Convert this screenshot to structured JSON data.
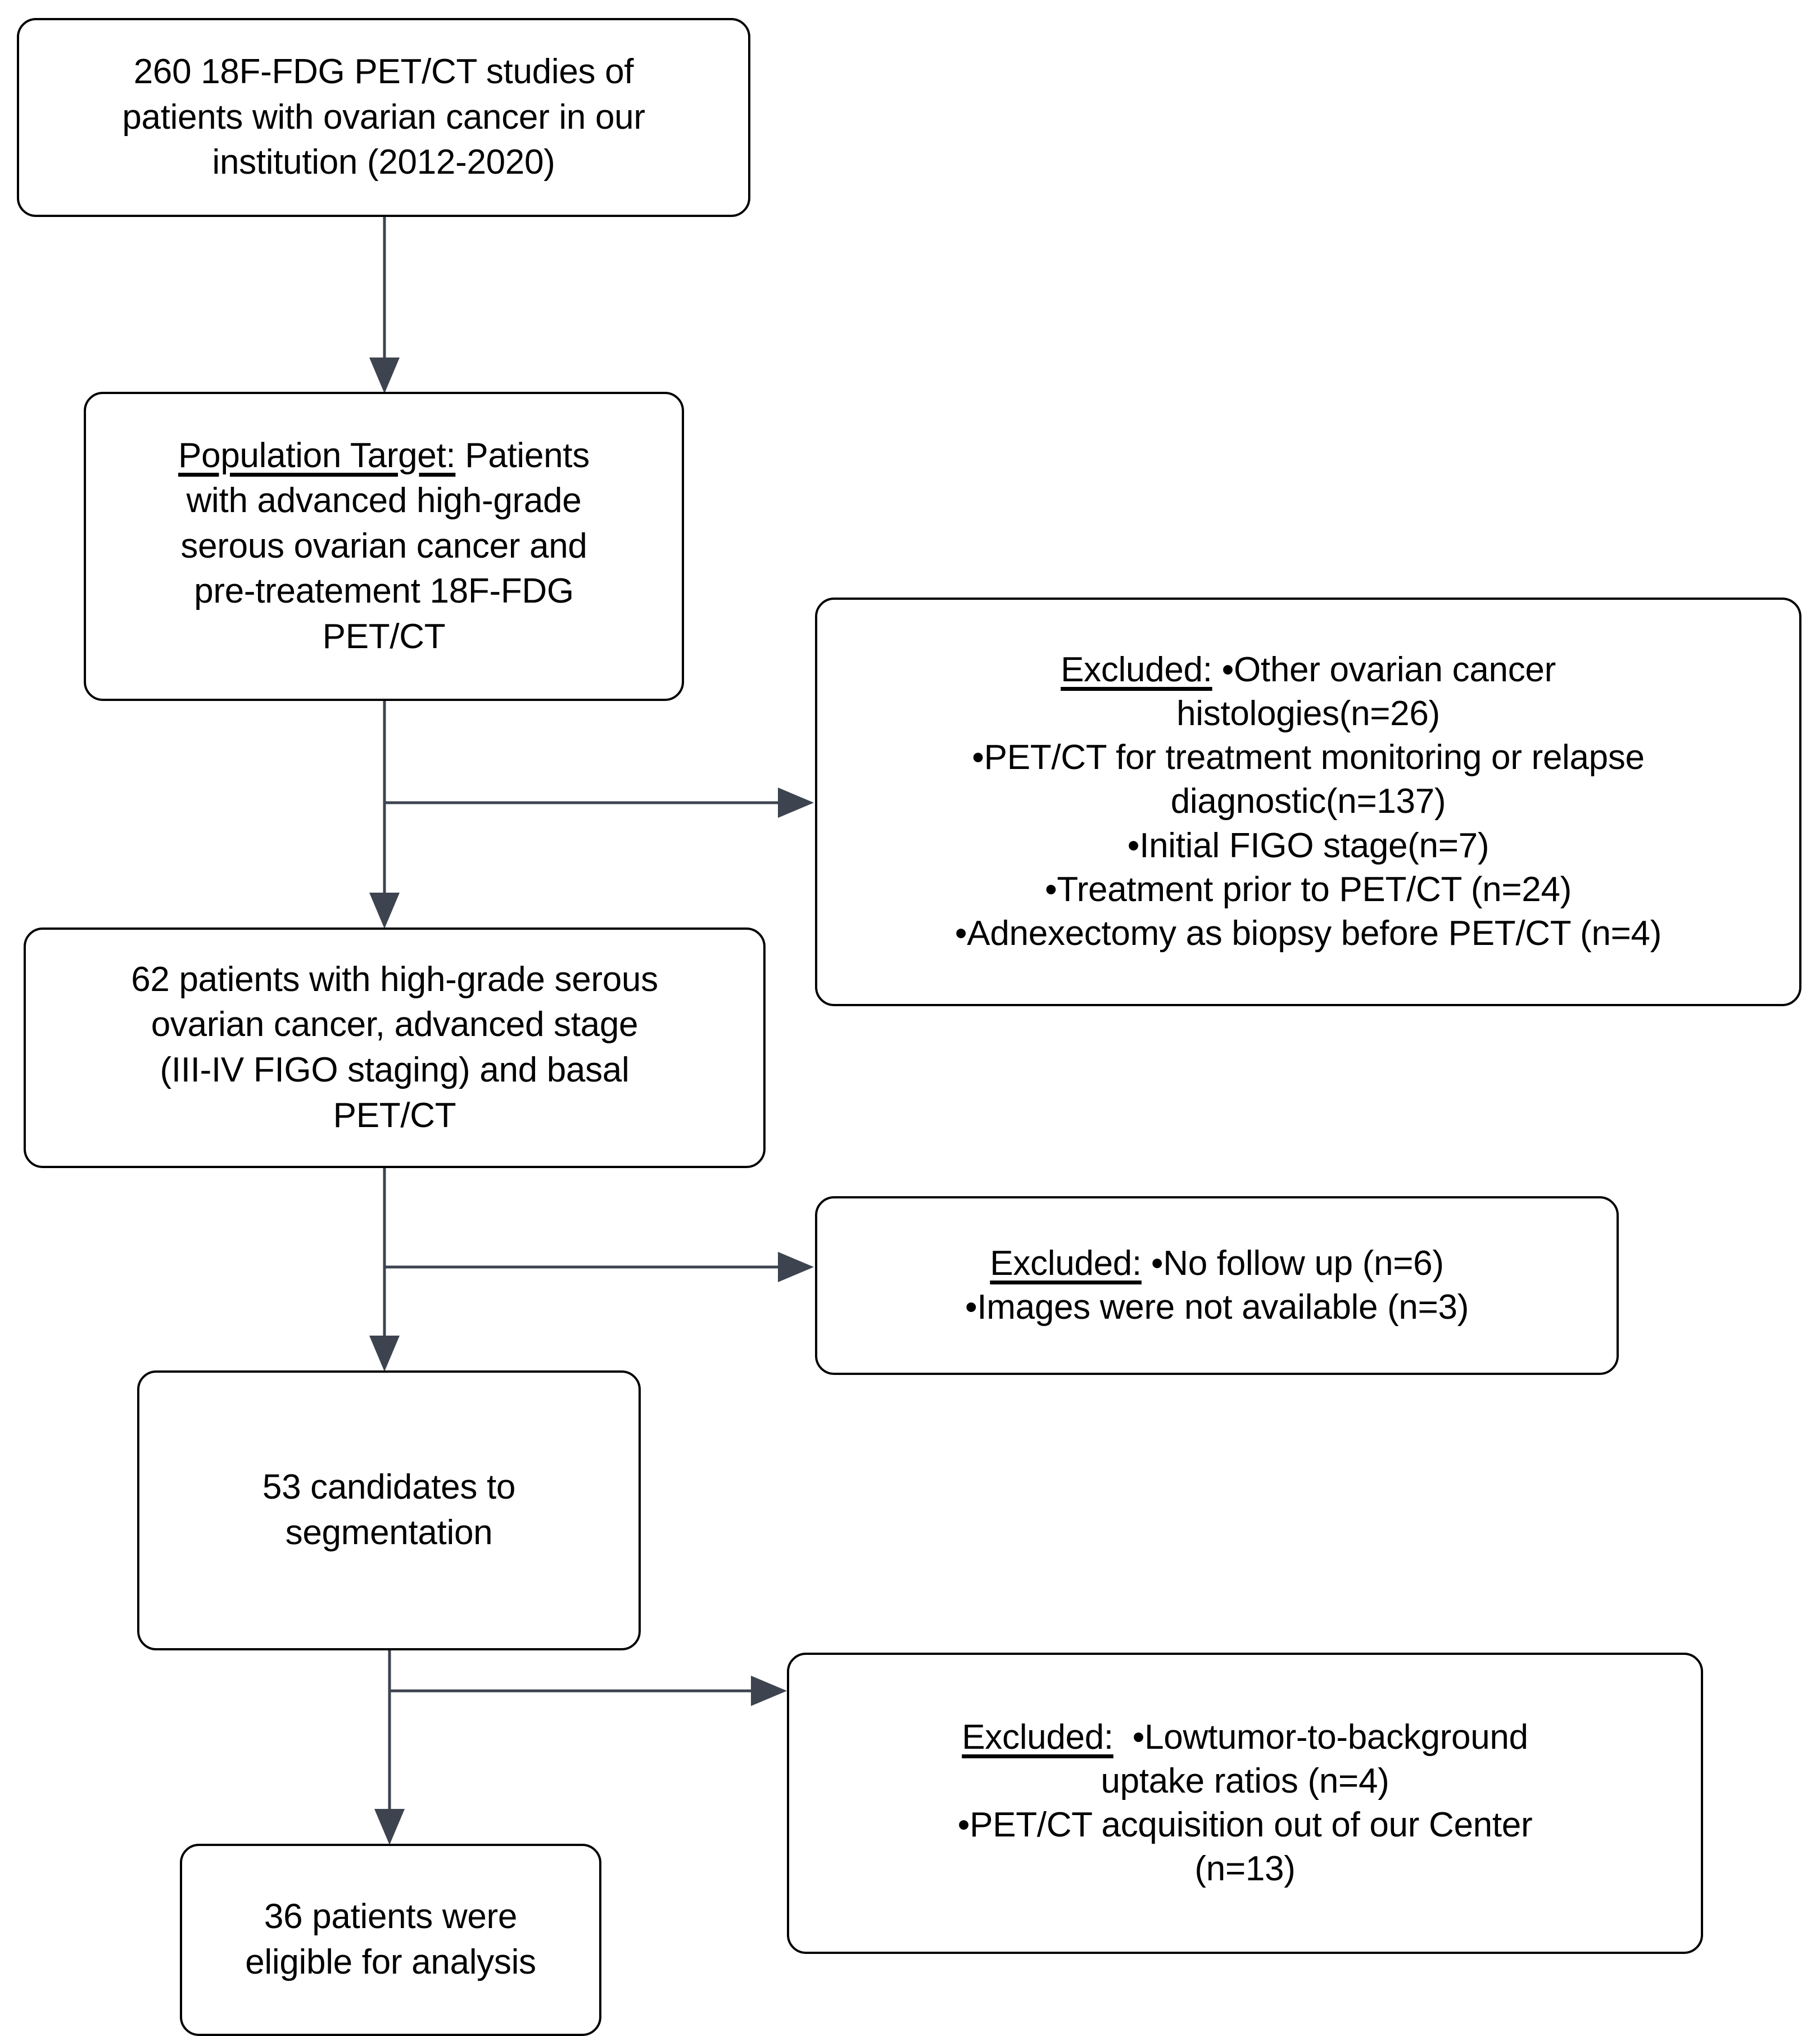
{
  "diagram": {
    "title": "Patient selection flowchart (CONSORT-style)",
    "type": "flowchart",
    "stroke_color": "#000000",
    "connector_color": "#3d4450",
    "background": "#ffffff"
  },
  "nodes": {
    "source": {
      "id": "source-studies",
      "lines": [
        "260 18F-FDG PET/CT studies of",
        "patients with ovarian cancer in our",
        "institution (2012-2020)"
      ],
      "count": 260
    },
    "population": {
      "id": "population-target",
      "underlined_label": "Population Target:",
      "lines": [
        "Population Target: Patients",
        "with advanced high-grade",
        "serous ovarian cancer and",
        "pre-treatement 18F-FDG",
        "PET/CT"
      ]
    },
    "eligible62": {
      "id": "eligible-62-patients",
      "lines": [
        "62 patients with high-grade serous",
        "ovarian cancer, advanced stage",
        "(III-IV FIGO staging) and basal",
        "PET/CT"
      ],
      "count": 62
    },
    "candidates53": {
      "id": "candidates-53",
      "lines": [
        "53 candidates to",
        "segmentation"
      ],
      "count": 53
    },
    "final36": {
      "id": "final-36-patients",
      "lines": [
        "36 patients were",
        "eligible for analysis"
      ],
      "count": 36
    }
  },
  "exclusions": [
    {
      "id": "exclusion-1",
      "underlined_label": "Excluded:",
      "lines": [
        "Excluded: •Other ovarian cancer",
        "histologies(n=26)",
        "•PET/CT for treatment monitoring or relapse",
        "diagnostic(n=137)",
        "•Initial FIGO stage(n=7)",
        "•Treatment prior to PET/CT (n=24)",
        "•Adnexectomy as biopsy before PET/CT (n=4)"
      ],
      "reasons": [
        {
          "reason": "Other ovarian cancer histologies",
          "n": 26
        },
        {
          "reason": "PET/CT for treatment monitoring or relapse diagnostic",
          "n": 137
        },
        {
          "reason": "Initial FIGO stage",
          "n": 7
        },
        {
          "reason": "Treatment prior to PET/CT",
          "n": 24
        },
        {
          "reason": "Adnexectomy as biopsy before PET/CT",
          "n": 4
        }
      ]
    },
    {
      "id": "exclusion-2",
      "underlined_label": "Excluded:",
      "lines": [
        "Excluded: •No follow up (n=6)",
        "•Images were not available (n=3)"
      ],
      "reasons": [
        {
          "reason": "No follow up",
          "n": 6
        },
        {
          "reason": "Images were not available",
          "n": 3
        }
      ]
    },
    {
      "id": "exclusion-3",
      "underlined_label": "Excluded:",
      "lines": [
        "Excluded:  •Lowtumor-to-background",
        "uptake ratios (n=4)",
        "•PET/CT acquisition out of our Center",
        "(n=13)"
      ],
      "reasons": [
        {
          "reason": "Lowtumor-to-background uptake ratios",
          "n": 4
        },
        {
          "reason": "PET/CT acquisition out of our Center",
          "n": 13
        }
      ]
    }
  ]
}
